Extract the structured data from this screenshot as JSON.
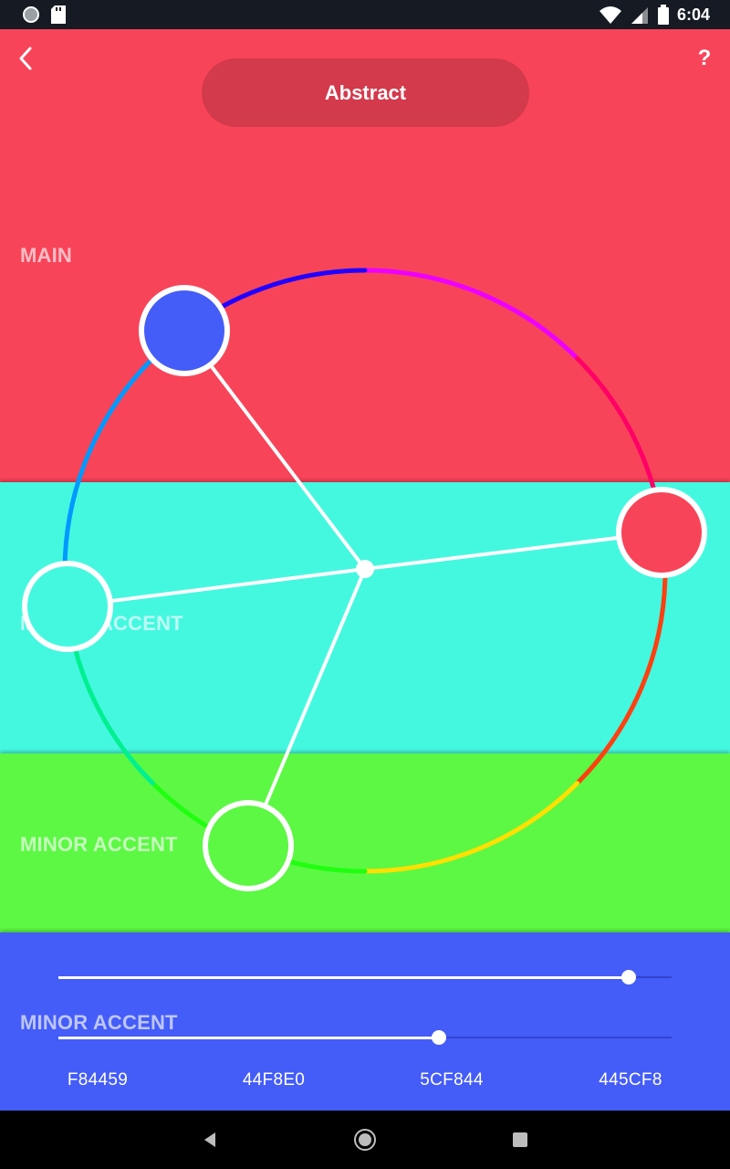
{
  "status_bar": {
    "time": "6:04"
  },
  "header": {
    "title": "Abstract",
    "help_label": "?"
  },
  "sections": {
    "main": {
      "label": "MAIN",
      "color": "#f84459"
    },
    "major_accent": {
      "label": "MAJOR ACCENT",
      "color": "#44f8e0"
    },
    "minor_accent": {
      "label": "MINOR ACCENT",
      "color": "#5cf844"
    },
    "bottom": {
      "label": "MINOR ACCENT",
      "color": "#445cf8"
    }
  },
  "sliders": [
    {
      "name": "slider-1",
      "value": 0.93
    },
    {
      "name": "slider-2",
      "value": 0.62
    }
  ],
  "hex_codes": [
    "F84459",
    "44F8E0",
    "5CF844",
    "445CF8"
  ],
  "icons": {
    "back": "chevron-left-icon",
    "help": "help-icon",
    "nav_back": "triangle-back-icon",
    "nav_home": "circle-home-icon",
    "nav_recents": "square-recents-icon"
  }
}
